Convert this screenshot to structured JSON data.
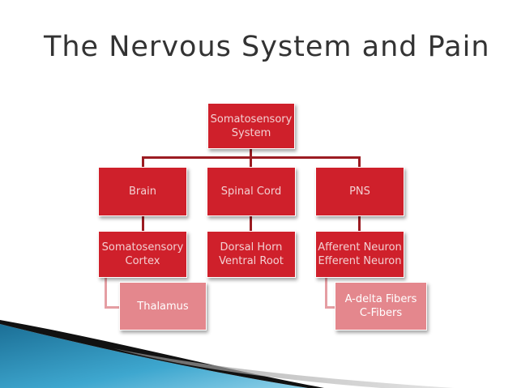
{
  "title": "The Nervous System and Pain",
  "colors": {
    "dark_box": "#cf202b",
    "light_box": "#e4878d",
    "connector": "#9c1c22",
    "accent_blue": "#2a8fb9"
  },
  "nodes": {
    "root": "Somatosensory\nSystem",
    "brain": "Brain",
    "spinal_cord": "Spinal Cord",
    "pns": "PNS",
    "somatosensory_cortex": "Somatosensory\nCortex",
    "dorsal_ventral": "Dorsal Horn\nVentral Root",
    "afferent_efferent": "Afferent Neuron\nEfferent Neuron",
    "thalamus": "Thalamus",
    "fibers": "A-delta Fibers\nC-Fibers"
  }
}
